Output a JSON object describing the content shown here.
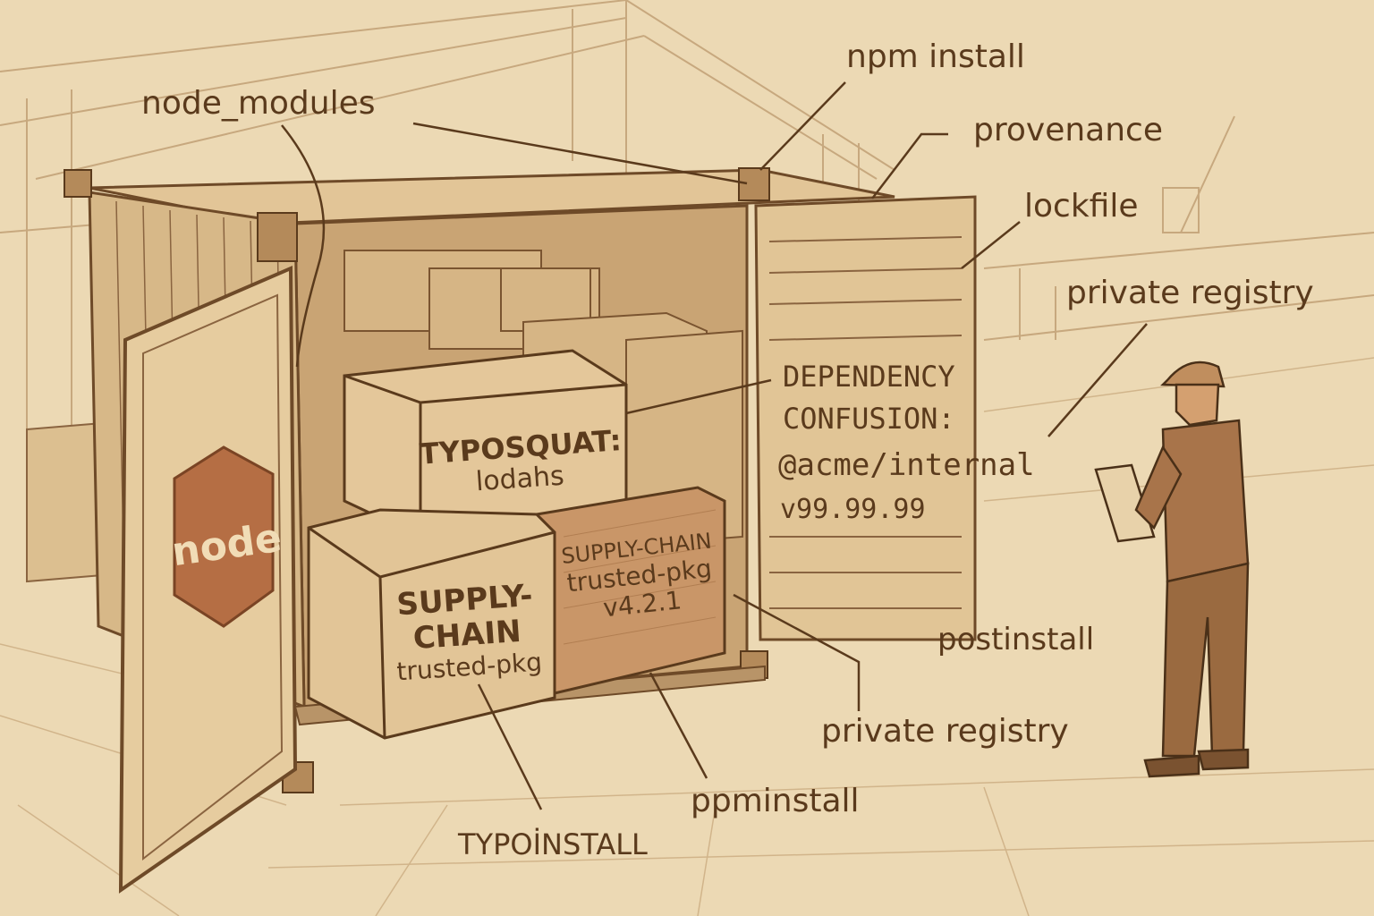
{
  "colors": {
    "paper": "#ecd9b4",
    "ink": "#5a3a1c",
    "container": "#d8b98a",
    "box": "#e4c79a",
    "shadow": "#a07a50"
  },
  "logo": {
    "text": "node"
  },
  "labels": {
    "node_modules": "node_modules",
    "npm_install": "npm install",
    "provenance": "provenance",
    "lockfile": "lockfile",
    "private_registry_top": "private registry",
    "dependency_confusion": "DEPENDENCY",
    "dependency_confusion_2": "CONFUSION:",
    "acme_package": "@acme/internal",
    "acme_version": "v99.99.99",
    "postinstall": "postinstall",
    "private_registry_bottom": "private registry",
    "ppminstall": "ppminstall",
    "typoinstall": "TYPOİNSTALL"
  },
  "boxes": {
    "typosquat": {
      "line1": "TYPOSQUAT:",
      "line2": "lodahs"
    },
    "supply_left": {
      "line1": "SUPPLY-",
      "line2": "CHAIN",
      "line3": "trusted-pkg"
    },
    "supply_right": {
      "line1": "SUPPLY-CHAIN",
      "line2": "trusted-pkg",
      "line3": "v4.2.1"
    }
  }
}
